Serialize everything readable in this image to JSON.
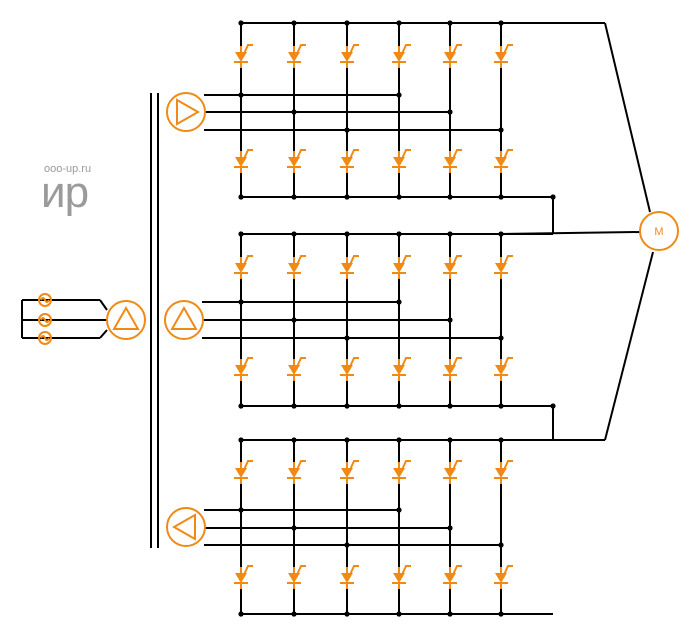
{
  "watermark": {
    "site": "ooo-up.ru",
    "logo": "ир"
  },
  "motor": {
    "label": "M"
  },
  "colors": {
    "component": "#f08a16",
    "wire": "#000000",
    "watermark": "#9a9a9a"
  },
  "icons": [
    "ac-source-icon",
    "transformer-delta-icon",
    "thyristor-icon",
    "motor-icon"
  ]
}
